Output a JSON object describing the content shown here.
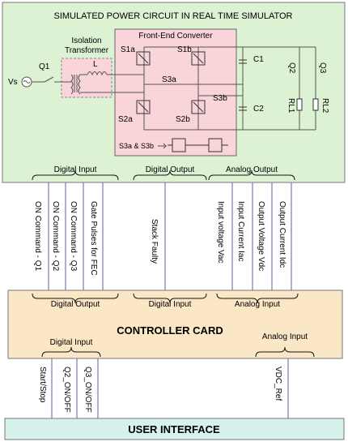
{
  "simulator": {
    "title": "SIMULATED POWER CIRCUIT IN REAL TIME SIMULATOR",
    "isolation_label_1": "Isolation",
    "isolation_label_2": "Transformer",
    "inductor": "L",
    "source": "Vs",
    "switch_q1": "Q1",
    "fec_title": "Front-End Converter",
    "s1a": "S1a",
    "s1b": "S1b",
    "s2a": "S2a",
    "s2b": "S2b",
    "s3a": "S3a",
    "s3b": "S3b",
    "s3ab": "S3a & S3b",
    "c1": "C1",
    "c2": "C2",
    "q2": "Q2",
    "q3": "Q3",
    "rl1": "RL1",
    "rl2": "RL2",
    "colors": {
      "bg": "#dcf2d2",
      "fec": "#f9d4d8",
      "iso": "#f9d4d8"
    }
  },
  "top_groups": [
    "Digital Input",
    "Digital Output",
    "Analog Output"
  ],
  "signals": [
    "ON Command - Q1",
    "ON Command - Q2",
    "ON Command - Q3",
    "Gate Pulses for FEC",
    "Stack Faulty",
    "Input voltage Vac",
    "Input Current Iac",
    "Output Voltage Vdc",
    "Output Current Idc"
  ],
  "controller": {
    "title": "CONTROLLER CARD",
    "groups": [
      "Digital Output",
      "Digital Input",
      "Analog Input"
    ],
    "lower_groups": [
      "Digital Input",
      "Analog Input"
    ],
    "colors": {
      "bg": "#fbe6c6"
    }
  },
  "ui_signals": [
    "Start/Stop",
    "Q2_ON/OFF",
    "Q3_ON/OFF",
    "VDC_Ref"
  ],
  "user_interface": {
    "title": "USER INTERFACE",
    "colors": {
      "bg": "#d5f2ec"
    }
  }
}
